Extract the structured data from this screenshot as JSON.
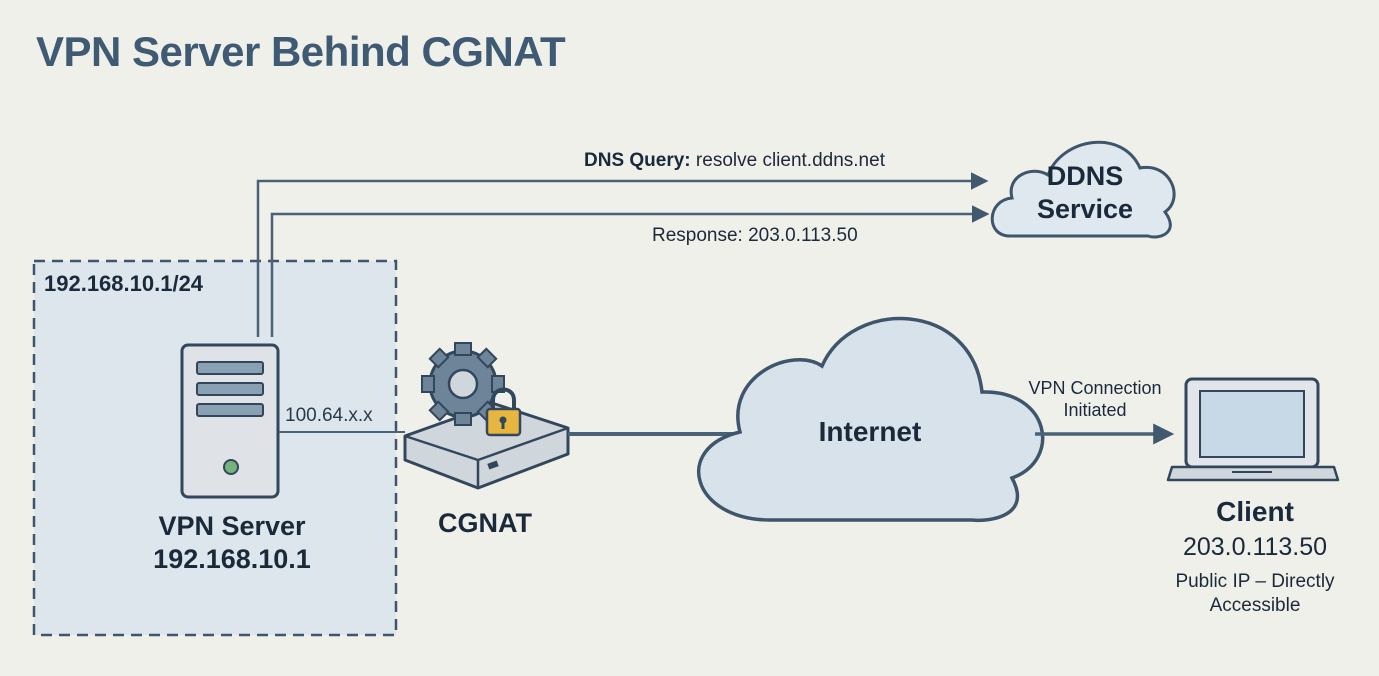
{
  "title": "VPN Server Behind CGNAT",
  "subnet": {
    "label": "192.168.10.1/24"
  },
  "dns": {
    "query_bold": "DNS Query:",
    "query_text": " resolve client.ddns.net",
    "response": "Response: 203.0.113.50"
  },
  "ddns": {
    "line1": "DDNS",
    "line2": "Service"
  },
  "vpn_server": {
    "name": "VPN Server",
    "ip": "192.168.10.1",
    "wan_ip": "100.64.x.x"
  },
  "cgnat": {
    "label": "CGNAT"
  },
  "internet": {
    "label": "Internet"
  },
  "vpn_connection": {
    "line1": "VPN Connection",
    "line2": "Initiated"
  },
  "client": {
    "name": "Client",
    "ip": "203.0.113.50",
    "note_line1": "Public IP – Directly",
    "note_line2": "Accessible"
  },
  "colors": {
    "title": "#3f5a73",
    "arrow": "#4a6278",
    "cloud_fill": "#dfe8ef",
    "cloud_stroke": "#3e556b",
    "subnet_fill": "#dde6ec"
  }
}
